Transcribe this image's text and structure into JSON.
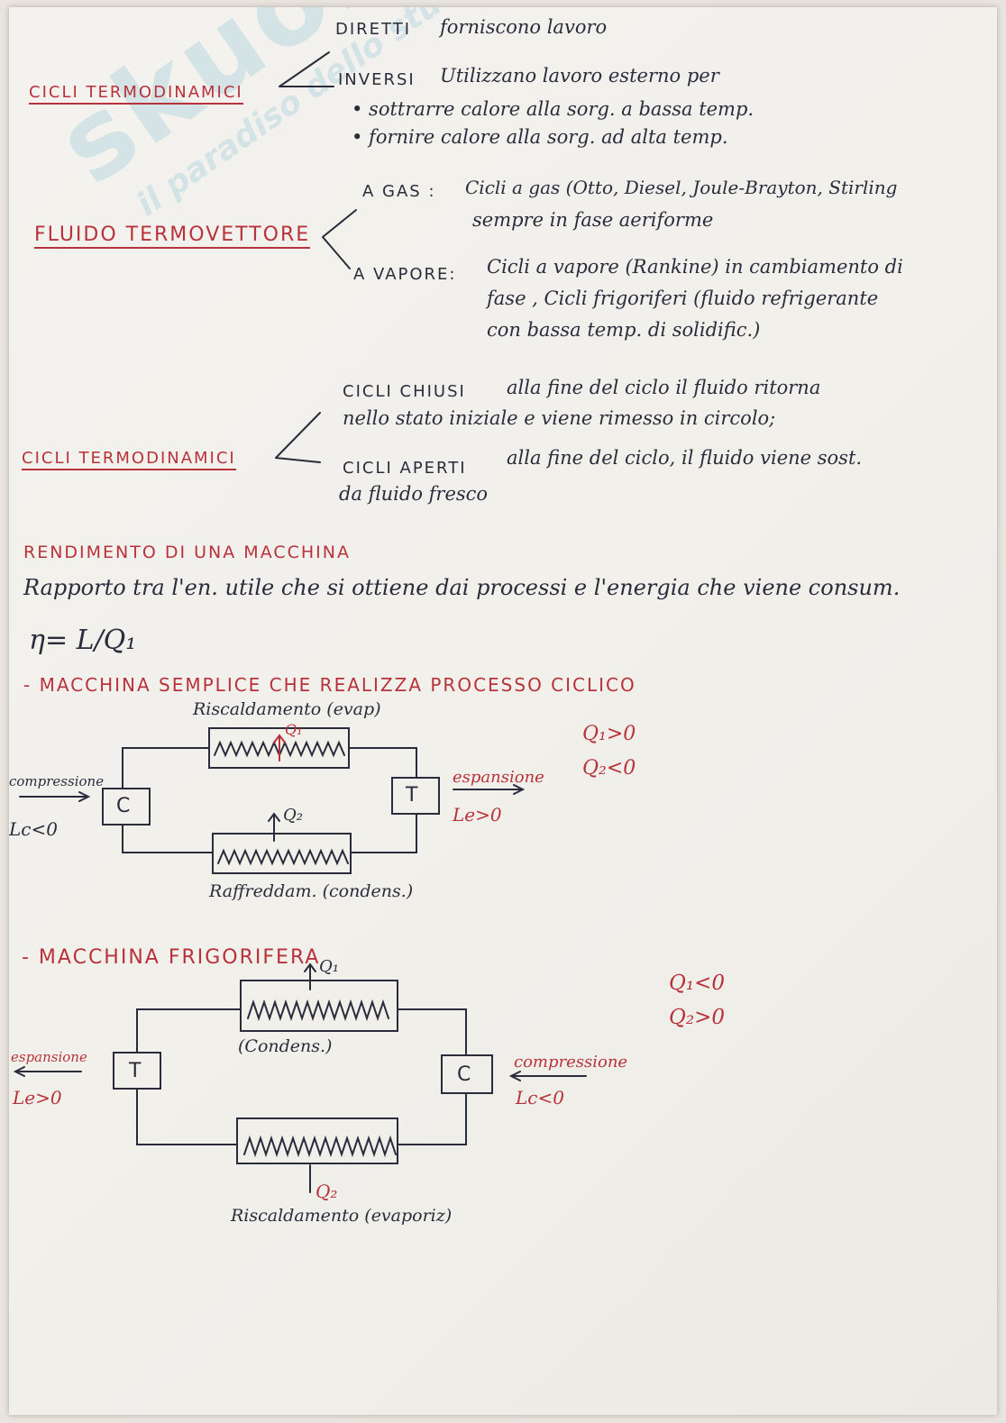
{
  "watermark": {
    "brand": "skuola.net",
    "tagline": "il paradiso dello studente"
  },
  "s1": {
    "title": "CICLI TERMODINAMICI",
    "diretti_label": "DIRETTI",
    "diretti_text": "forniscono lavoro",
    "inversi_label": "INVERSI",
    "inversi_text": "Utilizzano lavoro esterno per",
    "bullet1": "• sottrarre calore alla sorg. a bassa temp.",
    "bullet2": "• fornire calore alla sorg. ad alta temp."
  },
  "s2": {
    "title": "FLUIDO TERMOVETTORE",
    "gas_label": "A GAS :",
    "gas_line1": "Cicli a gas (Otto, Diesel, Joule-Brayton, Stirling",
    "gas_line2": "sempre in fase aeriforme",
    "vap_label": "A VAPORE:",
    "vap_line1": "Cicli a vapore (Rankine) in cambiamento di",
    "vap_line2": "fase , Cicli frigoriferi (fluido refrigerante",
    "vap_line3": "con bassa temp. di solidific.)"
  },
  "s3": {
    "title": "CICLI TERMODINAMICI",
    "chiusi_label": "CICLI CHIUSI",
    "chiusi_line1": "alla fine del ciclo il fluido ritorna",
    "chiusi_line2": "nello stato iniziale e viene rimesso in circolo;",
    "aperti_label": "CICLI APERTI",
    "aperti_line1": "alla fine del ciclo, il fluido viene sost.",
    "aperti_line2": "da fluido fresco"
  },
  "s4": {
    "title": "RENDIMENTO DI UNA MACCHINA",
    "definition": "Rapporto tra l'en. utile che si ottiene dai processi e l'energia che viene consum.",
    "formula": "η= L/Q₁"
  },
  "m1": {
    "title": "- MACCHINA SEMPLICE CHE REALIZZA PROCESSO CICLICO",
    "top_label": "Riscaldamento (evap)",
    "q_top": "Q₁",
    "q_bottom": "Q₂",
    "bottom_label": "Raffreddam. (condens.)",
    "comp_label": "compressione",
    "lc": "Lc<0",
    "c_box": "C",
    "t_box": "T",
    "exp_label": "espansione",
    "le": "Le>0",
    "cond1": "Q₁>0",
    "cond2": "Q₂<0"
  },
  "m2": {
    "title": "- MACCHINA FRIGORIFERA",
    "q_top": "Q₁",
    "top_label": "(Condens.)",
    "exp_label": "espansione",
    "le": "Le>0",
    "t_box": "T",
    "c_box": "C",
    "comp_label": "compressione",
    "lc": "Lc<0",
    "q_bottom": "Q₂",
    "bottom_label": "Riscaldamento (evaporiz)",
    "cond1": "Q₁<0",
    "cond2": "Q₂>0"
  },
  "colors": {
    "ink": "#2a2c3c",
    "red": "#b8323b",
    "paper": "#f4f2ee"
  }
}
